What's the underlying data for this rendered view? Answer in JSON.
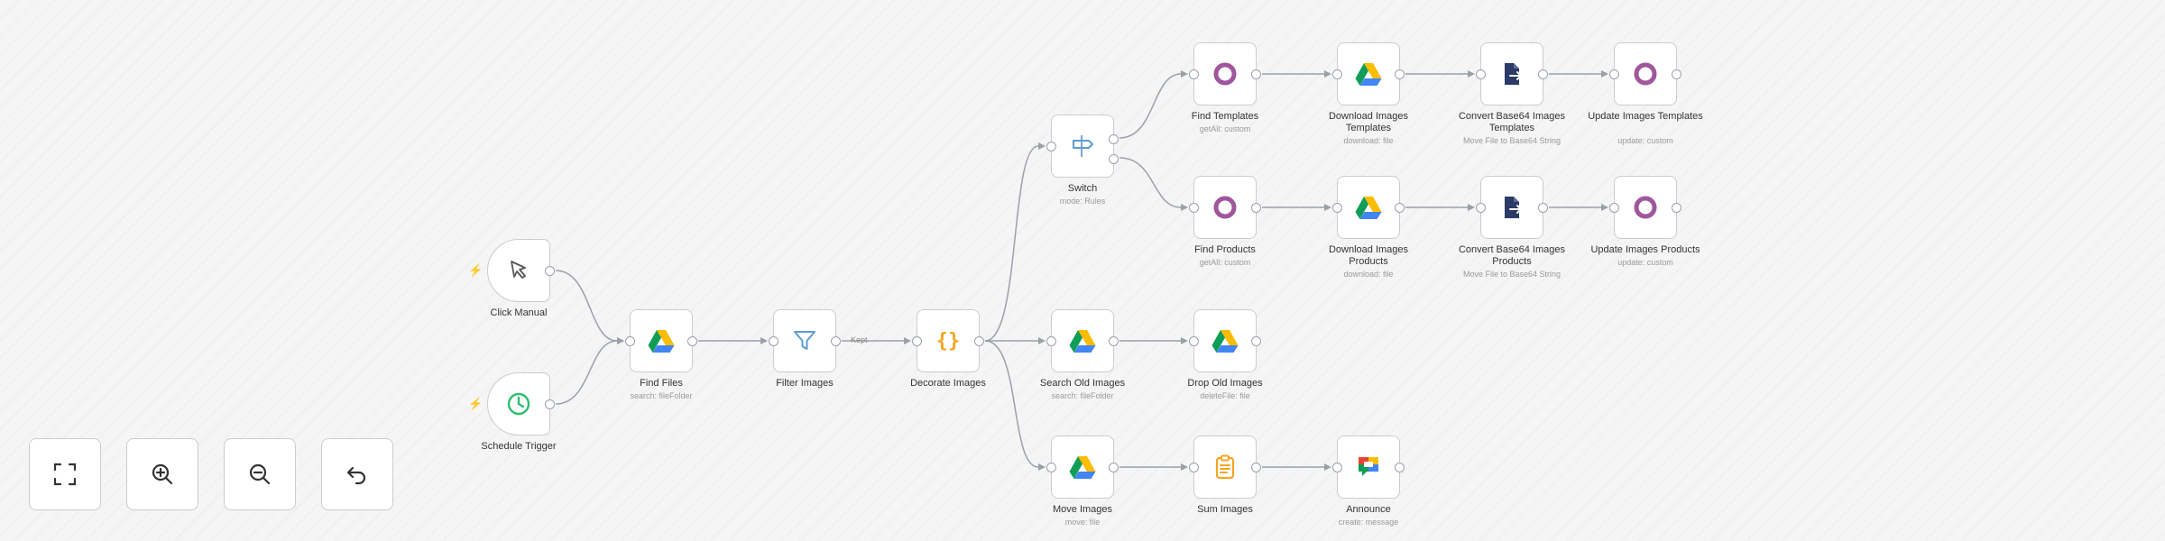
{
  "colors": {
    "edge": "#9aa0aa",
    "trigger_bolt": "#ff6d5a",
    "custom_node": "#a0569e",
    "filter": "#5b9bd5",
    "code": "#f5a623",
    "schedule": "#2ebf6e",
    "convert": "#2b3a67"
  },
  "nodes": [
    {
      "id": "click",
      "label": "Click Manual",
      "sub": "",
      "icon": "cursor-icon",
      "trigger": true
    },
    {
      "id": "schedule",
      "label": "Schedule Trigger",
      "sub": "",
      "icon": "clock-icon",
      "trigger": true
    },
    {
      "id": "findfiles",
      "label": "Find Files",
      "sub": "search: fileFolder",
      "icon": "google-drive-icon"
    },
    {
      "id": "filter",
      "label": "Filter Images",
      "sub": "",
      "icon": "filter-icon"
    },
    {
      "id": "decorate",
      "label": "Decorate Images",
      "sub": "",
      "icon": "code-braces-icon"
    },
    {
      "id": "switch",
      "label": "Switch",
      "sub": "mode: Rules",
      "icon": "signpost-icon"
    },
    {
      "id": "findtemplates",
      "label": "Find Templates",
      "sub": "getAll: custom",
      "icon": "ring-icon"
    },
    {
      "id": "dltemplates",
      "label": "Download Images Templates",
      "sub": "download: file",
      "icon": "google-drive-icon"
    },
    {
      "id": "convtemplates",
      "label": "Convert Base64 Images Templates",
      "sub": "Move File to Base64 String",
      "icon": "file-convert-icon"
    },
    {
      "id": "updtemplates",
      "label": "Update Images Templates",
      "sub": "update: custom",
      "icon": "ring-icon"
    },
    {
      "id": "findproducts",
      "label": "Find Products",
      "sub": "getAll: custom",
      "icon": "ring-icon"
    },
    {
      "id": "dlproducts",
      "label": "Download Images Products",
      "sub": "download: file",
      "icon": "google-drive-icon"
    },
    {
      "id": "convproducts",
      "label": "Convert Base64 Images Products",
      "sub": "Move File to Base64 String",
      "icon": "file-convert-icon"
    },
    {
      "id": "updproducts",
      "label": "Update Images Products",
      "sub": "update: custom",
      "icon": "ring-icon"
    },
    {
      "id": "searchold",
      "label": "Search Old Images",
      "sub": "search: fileFolder",
      "icon": "google-drive-icon"
    },
    {
      "id": "dropold",
      "label": "Drop Old Images",
      "sub": "deleteFile: file",
      "icon": "google-drive-icon"
    },
    {
      "id": "move",
      "label": "Move Images",
      "sub": "move: file",
      "icon": "google-drive-icon"
    },
    {
      "id": "sum",
      "label": "Sum Images",
      "sub": "",
      "icon": "clipboard-icon"
    },
    {
      "id": "announce",
      "label": "Announce",
      "sub": "create: message",
      "icon": "google-chat-icon"
    }
  ],
  "connections": [
    {
      "from": "click",
      "to": "findfiles"
    },
    {
      "from": "schedule",
      "to": "findfiles"
    },
    {
      "from": "findfiles",
      "to": "filter"
    },
    {
      "from": "filter",
      "to": "decorate",
      "label": "Kept"
    },
    {
      "from": "decorate",
      "to": "switch"
    },
    {
      "from": "decorate",
      "to": "searchold"
    },
    {
      "from": "decorate",
      "to": "move"
    },
    {
      "from": "switch",
      "to": "findtemplates",
      "port": 0
    },
    {
      "from": "switch",
      "to": "findproducts",
      "port": 1
    },
    {
      "from": "findtemplates",
      "to": "dltemplates"
    },
    {
      "from": "dltemplates",
      "to": "convtemplates"
    },
    {
      "from": "convtemplates",
      "to": "updtemplates"
    },
    {
      "from": "findproducts",
      "to": "dlproducts"
    },
    {
      "from": "dlproducts",
      "to": "convproducts"
    },
    {
      "from": "convproducts",
      "to": "updproducts"
    },
    {
      "from": "searchold",
      "to": "dropold"
    },
    {
      "from": "move",
      "to": "sum"
    },
    {
      "from": "sum",
      "to": "announce"
    }
  ],
  "controls": [
    {
      "id": "fit",
      "icon": "fit-view-icon"
    },
    {
      "id": "zoomin",
      "icon": "zoom-in-icon"
    },
    {
      "id": "zoomout",
      "icon": "zoom-out-icon"
    },
    {
      "id": "undo",
      "icon": "undo-icon"
    }
  ]
}
